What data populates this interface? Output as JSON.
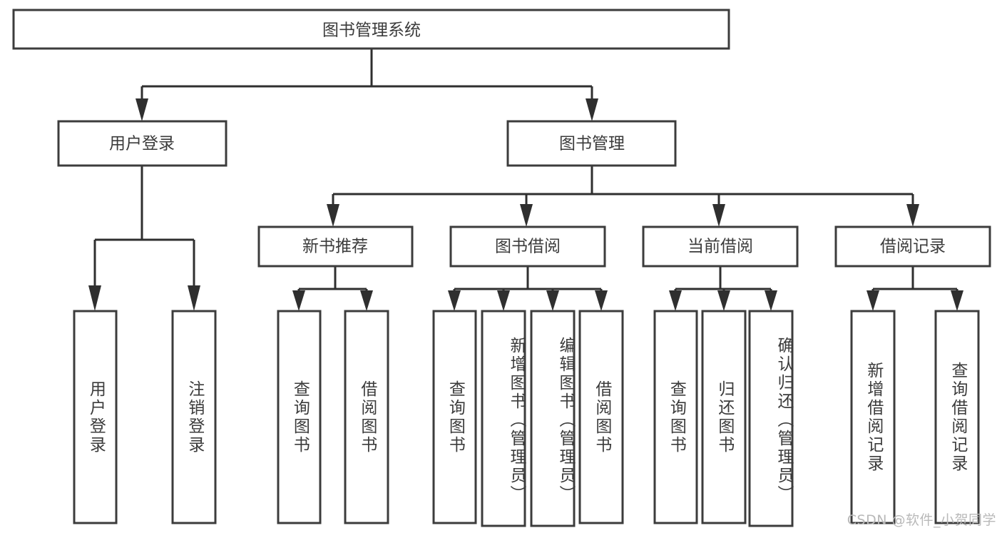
{
  "diagram": {
    "title": "图书管理系统",
    "type": "hierarchy-tree",
    "watermark": "CSDN @软件_小贺同学",
    "root": {
      "id": "root",
      "label": "图书管理系统",
      "orientation": "horizontal"
    },
    "level1": [
      {
        "id": "user-login",
        "label": "用户登录",
        "orientation": "horizontal"
      },
      {
        "id": "book-manage",
        "label": "图书管理",
        "orientation": "horizontal"
      }
    ],
    "level2": [
      {
        "id": "new-book-recommend",
        "label": "新书推荐",
        "orientation": "horizontal",
        "parent": "book-manage"
      },
      {
        "id": "book-borrow",
        "label": "图书借阅",
        "orientation": "horizontal",
        "parent": "book-manage"
      },
      {
        "id": "current-borrow",
        "label": "当前借阅",
        "orientation": "horizontal",
        "parent": "book-manage"
      },
      {
        "id": "borrow-record",
        "label": "借阅记录",
        "orientation": "horizontal",
        "parent": "book-manage"
      }
    ],
    "leaves": [
      {
        "id": "leaf-user-login",
        "label": "用户登录",
        "parent": "user-login",
        "orientation": "vertical"
      },
      {
        "id": "leaf-user-logout",
        "label": "注销登录",
        "parent": "user-login",
        "orientation": "vertical"
      },
      {
        "id": "leaf-query-book-1",
        "label": "查询图书",
        "parent": "new-book-recommend",
        "orientation": "vertical"
      },
      {
        "id": "leaf-borrow-book-1",
        "label": "借阅图书",
        "parent": "new-book-recommend",
        "orientation": "vertical"
      },
      {
        "id": "leaf-query-book-2",
        "label": "查询图书",
        "parent": "book-borrow",
        "orientation": "vertical"
      },
      {
        "id": "leaf-add-book",
        "label": "新增图书（管理员）",
        "parent": "book-borrow",
        "orientation": "vertical"
      },
      {
        "id": "leaf-edit-book",
        "label": "编辑图书（管理员）",
        "parent": "book-borrow",
        "orientation": "vertical"
      },
      {
        "id": "leaf-borrow-book-2",
        "label": "借阅图书",
        "parent": "book-borrow",
        "orientation": "vertical"
      },
      {
        "id": "leaf-query-book-3",
        "label": "查询图书",
        "parent": "current-borrow",
        "orientation": "vertical"
      },
      {
        "id": "leaf-return-book",
        "label": "归还图书",
        "parent": "current-borrow",
        "orientation": "vertical"
      },
      {
        "id": "leaf-confirm-return",
        "label": "确认归还（管理员）",
        "parent": "current-borrow",
        "orientation": "vertical"
      },
      {
        "id": "leaf-add-record",
        "label": "新增借阅记录",
        "parent": "borrow-record",
        "orientation": "vertical"
      },
      {
        "id": "leaf-query-record",
        "label": "查询借阅记录",
        "parent": "borrow-record",
        "orientation": "vertical"
      }
    ],
    "colors": {
      "box_fill": "#ffffff",
      "box_stroke": "#3c3c3c",
      "connector": "#2f2f2f",
      "text": "#3b3b3b",
      "background": "#ffffff",
      "watermark": "#b9b9b9"
    }
  }
}
